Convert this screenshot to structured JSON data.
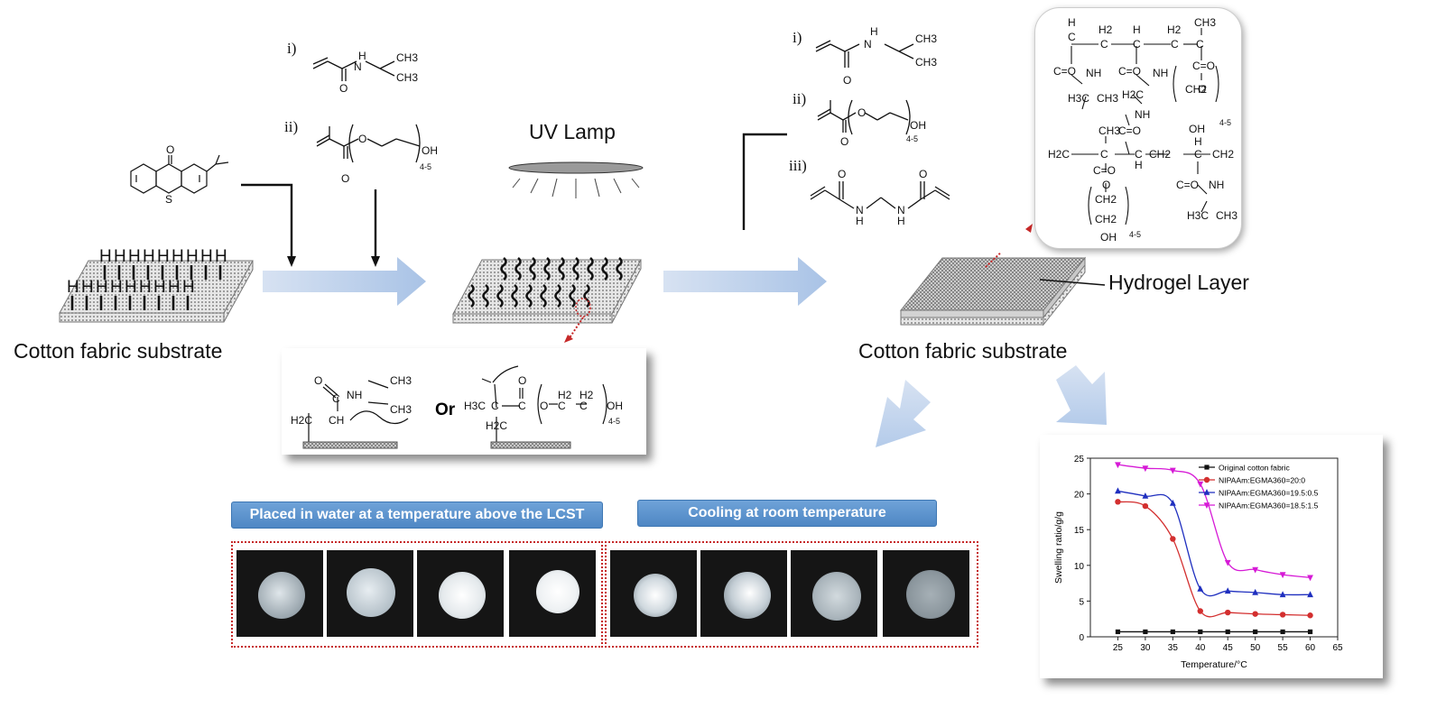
{
  "labels": {
    "substrate_left": "Cotton fabric substrate",
    "substrate_right": "Cotton fabric substrate",
    "uv_lamp": "UV Lamp",
    "hydrogel_layer": "Hydrogel Layer",
    "or": "Or"
  },
  "reagents_step1": [
    {
      "index": "i)"
    },
    {
      "index": "ii)"
    }
  ],
  "reagents_step2": [
    {
      "index": "i)"
    },
    {
      "index": "ii)"
    },
    {
      "index": "iii)"
    }
  ],
  "chem_text": {
    "ch3": "CH3",
    "nh": "NH",
    "n": "N",
    "h": "H",
    "o": "O",
    "oh": "OH",
    "s": "S",
    "h2c": "H2C",
    "ch": "CH",
    "c": "C",
    "h3c": "H3C",
    "h2": "H2",
    "ch2": "CH2",
    "repeat": "4-5",
    "co": "C=O"
  },
  "banners": {
    "above_lcst": "Placed in water at a temperature above the LCST",
    "cooling": "Cooling at room temperature"
  },
  "colors": {
    "arrow_fill": "#c5d5ec",
    "banner": "#5b93cf",
    "dotted_red": "#c62828",
    "series_black": "#111111",
    "series_red": "#d32f2f",
    "series_blue": "#1f2fbf",
    "series_magenta": "#d61ad6"
  },
  "chart_data": {
    "type": "line",
    "xlabel": "Temperature/°C",
    "ylabel": "Swelling ratio/g/g",
    "xlim": [
      20,
      65
    ],
    "ylim": [
      0,
      25
    ],
    "xticks": [
      25,
      30,
      35,
      40,
      45,
      50,
      55,
      60,
      65
    ],
    "yticks": [
      0,
      5,
      10,
      15,
      20,
      25
    ],
    "legend_position": "top-right",
    "x": [
      25,
      30,
      35,
      40,
      45,
      50,
      55,
      60
    ],
    "series": [
      {
        "name": "Original cotton fabric",
        "marker": "square",
        "color": "#111111",
        "values": [
          0.7,
          0.7,
          0.7,
          0.7,
          0.7,
          0.7,
          0.7,
          0.7
        ]
      },
      {
        "name": "NIPAAm:EGMA360=20:0",
        "marker": "circle",
        "color": "#d32f2f",
        "values": [
          18.9,
          18.3,
          13.7,
          3.6,
          3.4,
          3.2,
          3.1,
          3.0
        ]
      },
      {
        "name": "NIPAAm:EGMA360=19.5:0.5",
        "marker": "triangle-up",
        "color": "#1f2fbf",
        "values": [
          20.4,
          19.7,
          18.7,
          6.7,
          6.4,
          6.2,
          5.9,
          5.9
        ]
      },
      {
        "name": "NIPAAm:EGMA360=18.5:1.5",
        "marker": "triangle-down",
        "color": "#d61ad6",
        "values": [
          24.1,
          23.6,
          23.3,
          21.4,
          10.4,
          9.4,
          8.7,
          8.3
        ]
      }
    ]
  }
}
